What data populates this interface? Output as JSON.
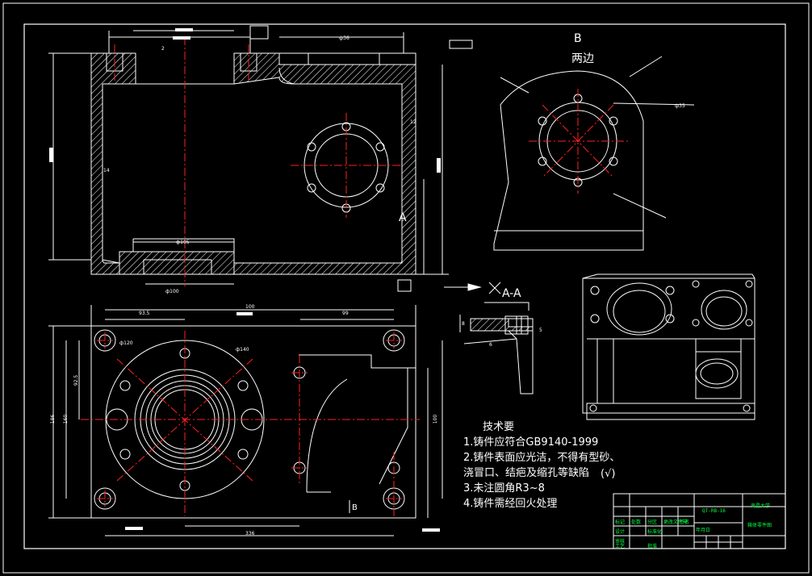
{
  "view_labels": {
    "view_b_letter": "B",
    "view_b_note": "两边",
    "section_label": "A-A",
    "section_mark_a": "A",
    "arrow_b": "B"
  },
  "tech_requirements": {
    "title": "技术要",
    "items": [
      "1.铸件应符合GB9140-1999",
      "2.铸件表面应光洁，不得有型砂、",
      "浇冒口、结疤及缩孔等缺陷",
      "3.未注圆角R3~8",
      "4.铸件需经回火处理"
    ],
    "roughness_mark": "(√)"
  },
  "dimensions": {
    "top_view_width": "336",
    "top_view_width_small": "99",
    "top_view_left": "93.5",
    "top_view_mid": "100",
    "height_left": "186",
    "height_left2": "160",
    "height_inner": "92.5",
    "height_right": "100",
    "diameter_140": "ф140",
    "diameter_120": "ф120",
    "diameter_100": "ф100",
    "diameter_36": "ф36",
    "diameter_35": "ф35",
    "diameter_105": "ф105",
    "dim_14": "14",
    "dim_12": "12",
    "dim_8": "8",
    "dim_6": "6",
    "dim_5": "5",
    "dim_2": "2"
  },
  "title_block": {
    "part_code": "QT-RB-16",
    "school": "南昌大学",
    "drawing_name": "箱体零件图",
    "rows": [
      "标记",
      "处数",
      "分区",
      "更改文件号",
      "签名",
      "年月日"
    ],
    "fields": [
      "设计",
      "标准化",
      "审核",
      "工艺",
      "批准"
    ]
  },
  "colors": {
    "background": "#000000",
    "line": "#ffffff",
    "center_line": "#ff2020",
    "title_text": "#00ff40"
  }
}
